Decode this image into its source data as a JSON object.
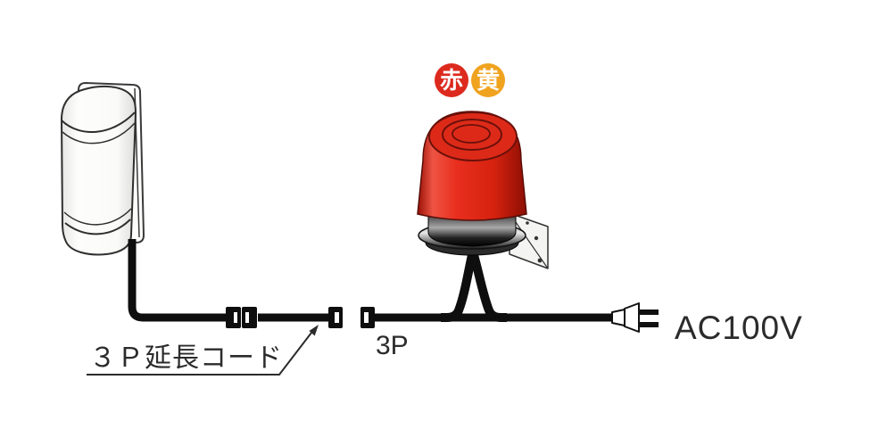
{
  "badges": [
    {
      "label": "赤",
      "color": "#dc2a1e"
    },
    {
      "label": "黄",
      "color": "#f0a31f"
    }
  ],
  "labels": {
    "extension_cord": "３Ｐ延長コード",
    "plug": "3P",
    "power": "AC100V"
  },
  "colors": {
    "beacon_red": "#e5281c",
    "cable": "#0e0e0e",
    "text": "#2b2b2b"
  }
}
